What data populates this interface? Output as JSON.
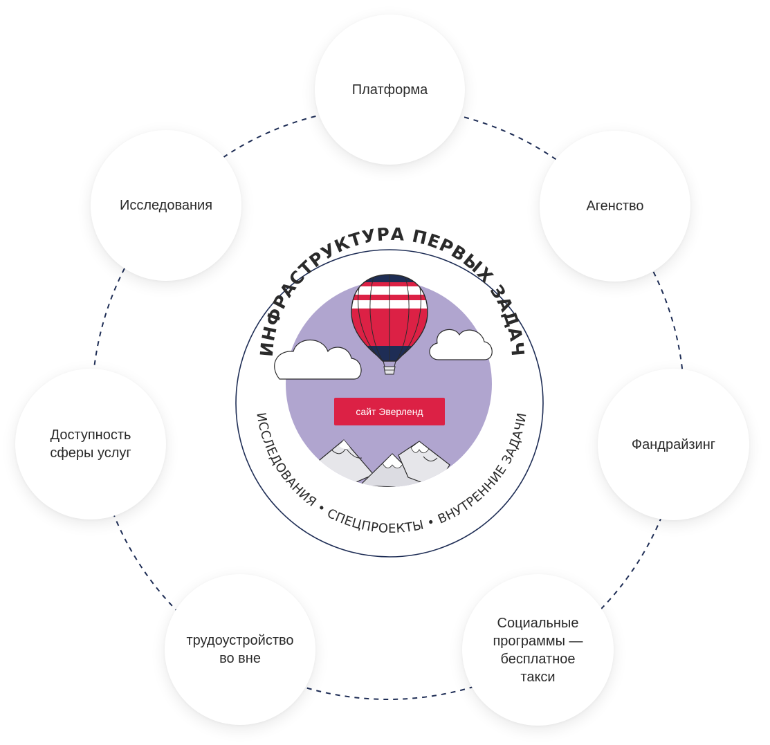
{
  "colors": {
    "ring_dash": "#1e2d55",
    "center_ring": "#1e2d55",
    "center_fill": "#b0a5cf",
    "balloon_red": "#dc2145",
    "balloon_navy": "#1e2d55",
    "button_red": "#dc2145",
    "text_dark": "#2a2a2a"
  },
  "center": {
    "title_arc": "ИНФРАСТРУКТУРА ПЕРВЫХ ЗАДАЧ",
    "bottom_arc": "ИССЛЕДОВАНИЯ • СПЕЦПРОЕКТЫ • ВНУТРЕННИЕ ЗАДАЧИ",
    "button_label": "сайт Эверленд",
    "illustration_icons": [
      "hot-air-balloon-icon",
      "cloud-icon",
      "mountain-icon"
    ]
  },
  "nodes": [
    {
      "id": "platforma",
      "label": "Платформа"
    },
    {
      "id": "agentstvo",
      "label": "Агенство"
    },
    {
      "id": "fandraising",
      "label": "Фандрайзинг"
    },
    {
      "id": "socialnye",
      "label": "Социальные\nпрограммы —\nбесплатное\nтакси"
    },
    {
      "id": "trudoustroystvo",
      "label": "трудоустройство\nво вне"
    },
    {
      "id": "dostupnost",
      "label": "Доступность\nсферы услуг"
    },
    {
      "id": "issledovaniya",
      "label": "Исследования"
    }
  ]
}
